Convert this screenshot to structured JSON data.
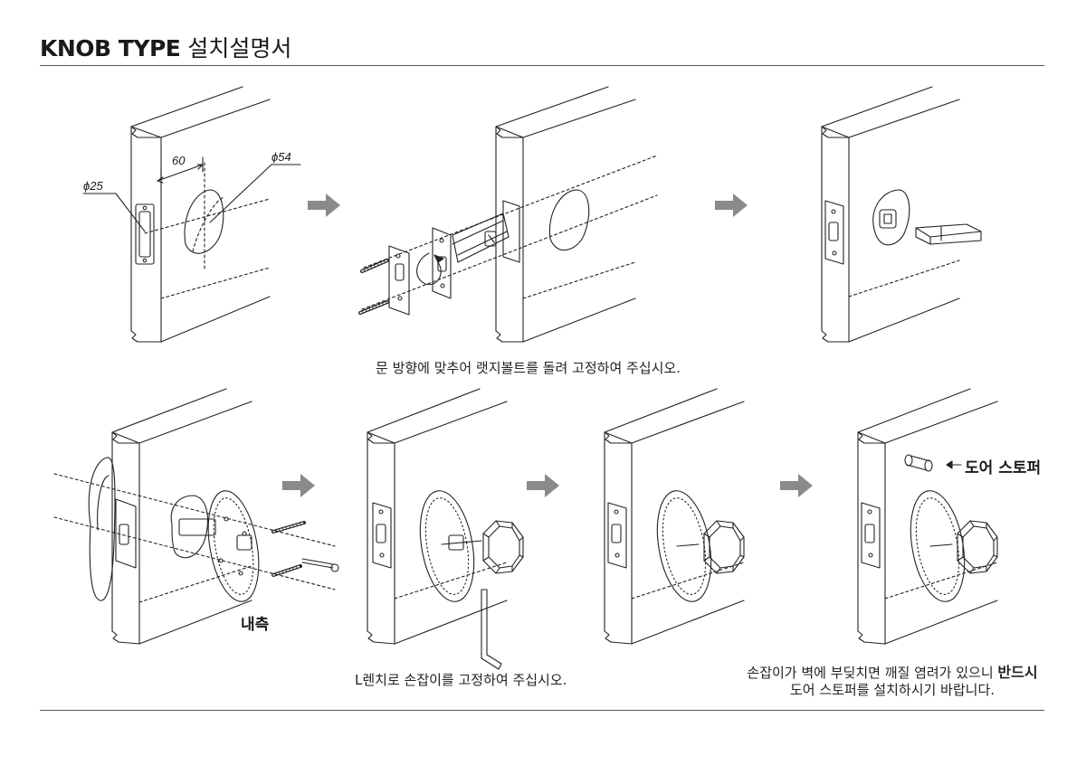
{
  "header": {
    "title_bold": "KNOB TYPE",
    "title_rest": "설치설명서"
  },
  "step1": {
    "dim_distance": "60",
    "dim_small_hole": "ϕ25",
    "dim_large_hole": "ϕ54"
  },
  "captions": {
    "latch": "문 방향에 맞추어 랫지볼트를 돌려 고정하여 주십시오.",
    "wrench": "L렌치로 손잡이를 고정하여 주십시오.",
    "stopper_line1_normal": "손잡이가 벽에 부딪치면 깨질 염려가 있으니 ",
    "stopper_line1_bold": "반드시",
    "stopper_line2": "도어 스토퍼를 설치하시기 바랍니다."
  },
  "labels": {
    "inside": "내측",
    "door_stopper": "도어 스토퍼"
  },
  "colors": {
    "arrow_fill": "#8a8a8a",
    "line": "#222222"
  }
}
